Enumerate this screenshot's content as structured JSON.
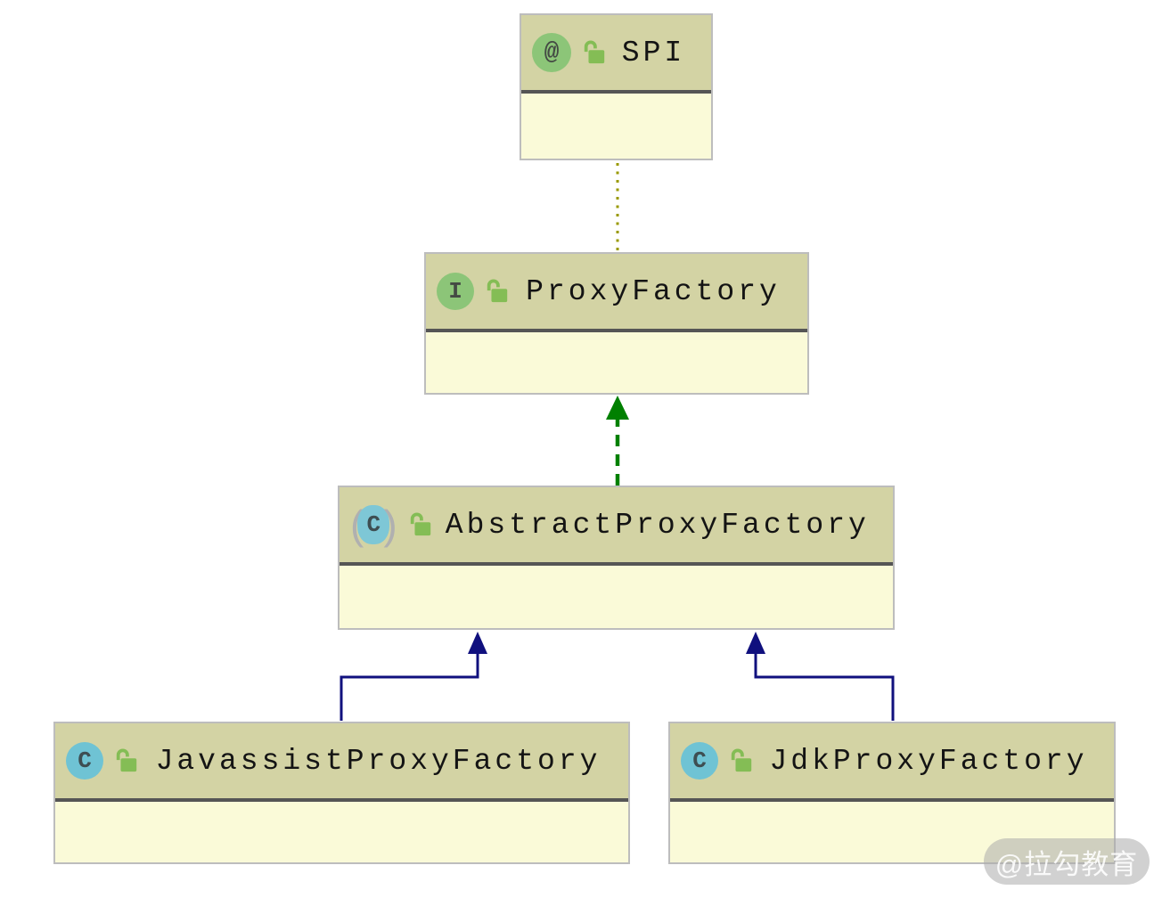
{
  "nodes": [
    {
      "label": "SPI",
      "kind": "annotation",
      "icon_letter": "@"
    },
    {
      "label": "ProxyFactory",
      "kind": "interface",
      "icon_letter": "I"
    },
    {
      "label": "AbstractProxyFactory",
      "kind": "abstract-class",
      "icon_letter": "C",
      "paren_open": "(",
      "paren_close": ")"
    },
    {
      "label": "JavassistProxyFactory",
      "kind": "class",
      "icon_letter": "C"
    },
    {
      "label": "JdkProxyFactory",
      "kind": "class",
      "icon_letter": "C"
    }
  ],
  "edges": [
    {
      "from": "ProxyFactory",
      "to": "SPI",
      "relation": "annotated-with",
      "style": "dotted",
      "color": "#999900"
    },
    {
      "from": "AbstractProxyFactory",
      "to": "ProxyFactory",
      "relation": "implements",
      "style": "dashed-arrow",
      "color": "#008000"
    },
    {
      "from": "JavassistProxyFactory",
      "to": "AbstractProxyFactory",
      "relation": "extends",
      "style": "solid-arrow",
      "color": "#10107e"
    },
    {
      "from": "JdkProxyFactory",
      "to": "AbstractProxyFactory",
      "relation": "extends",
      "style": "solid-arrow",
      "color": "#10107e"
    }
  ],
  "colors": {
    "node_header_bg": "#d3d3a4",
    "node_body_bg": "#fafad8",
    "node_border": "#bdbdbd",
    "header_divider": "#555555",
    "green_badge": "#8cc578",
    "teal_badge": "#6fc3d4",
    "lock_green": "#84bd55",
    "annotation_edge": "#999900",
    "implements_edge": "#008000",
    "extends_edge": "#10107e"
  },
  "watermark": {
    "text": "@拉勾教育"
  }
}
